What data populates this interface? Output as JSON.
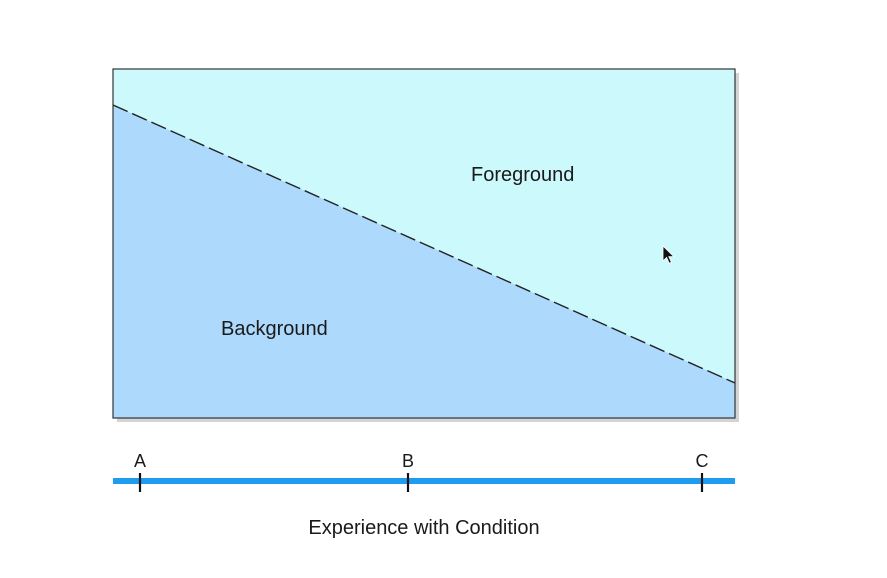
{
  "regions": {
    "foreground_label": "Foreground",
    "background_label": "Background"
  },
  "axis": {
    "ticks": [
      "A",
      "B",
      "C"
    ],
    "caption": "Experience with Condition"
  },
  "colors": {
    "foreground_fill": "#ccf9fb",
    "background_fill": "#acd9fc",
    "axis_line": "#1e9cf0",
    "border": "#333333",
    "divider": "#222222"
  },
  "cursor": {
    "icon": "mouse-pointer-icon"
  }
}
